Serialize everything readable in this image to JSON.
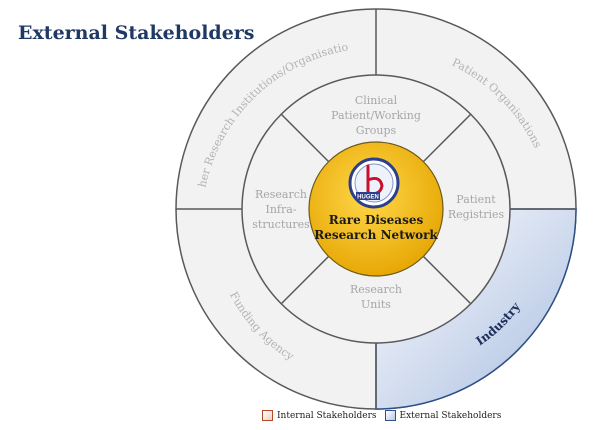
{
  "title": "External Stakeholders",
  "center": {
    "line1": "Rare Diseases",
    "line2": "Research Network",
    "logo_text": "HUGEN"
  },
  "inner_ring": {
    "top": [
      "Clinical",
      "Patient/Working",
      "Groups"
    ],
    "right": [
      "Patient",
      "Registries"
    ],
    "bottom": [
      "Research",
      "Units"
    ],
    "left": [
      "Research",
      "Infra-",
      "structures"
    ]
  },
  "outer_ring": {
    "top_left": "Other Research Institutions/Organisations",
    "top_right": "Patient Organisations",
    "bottom_left": "Funding Agency",
    "bottom_right": "Industry"
  },
  "legend": {
    "internal": "Internal Stakeholders",
    "external": "External Stakeholders"
  },
  "colors": {
    "title": "#1f3864",
    "ring_fill": "#f2f2f2",
    "ring_stroke": "#595959",
    "gray_text": "#b3b3b3",
    "center_fill": "#f5b800",
    "industry_fill": "#c6d3ea",
    "industry_stroke": "#2f4f8a"
  }
}
